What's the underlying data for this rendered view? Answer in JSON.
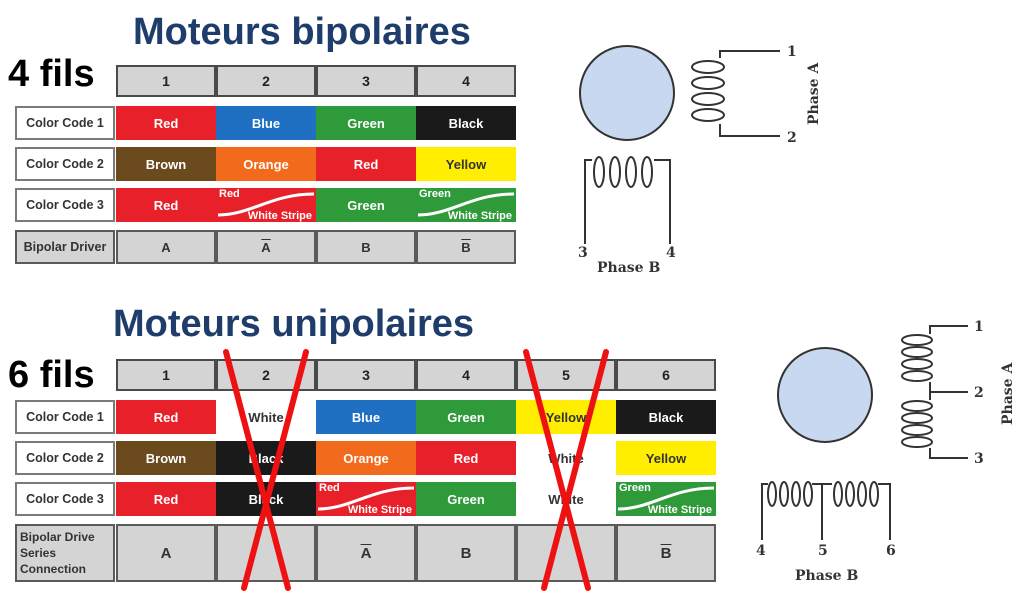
{
  "bipolar": {
    "title": "Moteurs bipolaires",
    "wires_label": "4 fils",
    "headers": [
      "1",
      "2",
      "3",
      "4"
    ],
    "rows": [
      {
        "label": "Color Code 1",
        "cells": [
          {
            "text": "Red",
            "bg": "#e8202a",
            "fg": "#ffffff"
          },
          {
            "text": "Blue",
            "bg": "#1f6fc2",
            "fg": "#ffffff"
          },
          {
            "text": "Green",
            "bg": "#2e9a3a",
            "fg": "#ffffff"
          },
          {
            "text": "Black",
            "bg": "#1a1a1a",
            "fg": "#ffffff"
          }
        ]
      },
      {
        "label": "Color Code 2",
        "cells": [
          {
            "text": "Brown",
            "bg": "#6b4a1e",
            "fg": "#ffffff"
          },
          {
            "text": "Orange",
            "bg": "#f26a1b",
            "fg": "#ffffff"
          },
          {
            "text": "Red",
            "bg": "#e8202a",
            "fg": "#ffffff"
          },
          {
            "text": "Yellow",
            "bg": "#ffee00",
            "fg": "#333333"
          }
        ]
      },
      {
        "label": "Color Code 3",
        "cells": [
          {
            "text": "Red",
            "bg": "#e8202a",
            "fg": "#ffffff"
          },
          {
            "stripe": true,
            "top": "Red",
            "bottom": "White Stripe",
            "bg": "#e8202a"
          },
          {
            "text": "Green",
            "bg": "#2e9a3a",
            "fg": "#ffffff"
          },
          {
            "stripe": true,
            "top": "Green",
            "bottom": "White Stripe",
            "bg": "#2e9a3a"
          }
        ]
      }
    ],
    "driver": {
      "label": "Bipolar Driver",
      "cells": [
        {
          "text": "A",
          "overline": false
        },
        {
          "text": "A",
          "overline": true
        },
        {
          "text": "B",
          "overline": false
        },
        {
          "text": "B",
          "overline": true
        }
      ]
    },
    "diagram": {
      "phase_a": "Phase A",
      "phase_b": "Phase B",
      "terminals": [
        "1",
        "2",
        "3",
        "4"
      ]
    }
  },
  "unipolar": {
    "title": "Moteurs unipolaires",
    "wires_label": "6 fils",
    "headers": [
      "1",
      "2",
      "3",
      "4",
      "5",
      "6"
    ],
    "rows": [
      {
        "label": "Color Code 1",
        "cells": [
          {
            "text": "Red",
            "bg": "#e8202a",
            "fg": "#ffffff"
          },
          {
            "text": "White",
            "bg": "#ffffff",
            "fg": "#333333"
          },
          {
            "text": "Blue",
            "bg": "#1f6fc2",
            "fg": "#ffffff"
          },
          {
            "text": "Green",
            "bg": "#2e9a3a",
            "fg": "#ffffff"
          },
          {
            "text": "Yellow",
            "bg": "#ffee00",
            "fg": "#333333"
          },
          {
            "text": "Black",
            "bg": "#1a1a1a",
            "fg": "#ffffff"
          }
        ]
      },
      {
        "label": "Color Code 2",
        "cells": [
          {
            "text": "Brown",
            "bg": "#6b4a1e",
            "fg": "#ffffff"
          },
          {
            "text": "Black",
            "bg": "#1a1a1a",
            "fg": "#ffffff"
          },
          {
            "text": "Orange",
            "bg": "#f26a1b",
            "fg": "#ffffff"
          },
          {
            "text": "Red",
            "bg": "#e8202a",
            "fg": "#ffffff"
          },
          {
            "text": "White",
            "bg": "#ffffff",
            "fg": "#333333"
          },
          {
            "text": "Yellow",
            "bg": "#ffee00",
            "fg": "#333333"
          }
        ]
      },
      {
        "label": "Color Code 3",
        "cells": [
          {
            "text": "Red",
            "bg": "#e8202a",
            "fg": "#ffffff"
          },
          {
            "text": "Black",
            "bg": "#1a1a1a",
            "fg": "#ffffff"
          },
          {
            "stripe": true,
            "top": "Red",
            "bottom": "White Stripe",
            "bg": "#e8202a"
          },
          {
            "text": "Green",
            "bg": "#2e9a3a",
            "fg": "#ffffff"
          },
          {
            "text": "White",
            "bg": "#ffffff",
            "fg": "#333333"
          },
          {
            "stripe": true,
            "top": "Green",
            "bottom": "White Stripe",
            "bg": "#2e9a3a"
          }
        ]
      }
    ],
    "driver": {
      "label": "Bipolar Drive\nSeries\nConnection",
      "cells": [
        {
          "text": "A",
          "overline": false
        },
        {
          "text": "",
          "overline": false
        },
        {
          "text": "A",
          "overline": true
        },
        {
          "text": "B",
          "overline": false
        },
        {
          "text": "",
          "overline": false
        },
        {
          "text": "B",
          "overline": true
        }
      ]
    },
    "crossed_columns": [
      "2",
      "5"
    ],
    "diagram": {
      "phase_a": "Phase A",
      "phase_b": "Phase B",
      "terminals": [
        "1",
        "2",
        "3",
        "4",
        "5",
        "6"
      ]
    }
  },
  "colors": {
    "title": "#1f3d6b",
    "cross": "#ee1111",
    "rotor": "#c8d8f0",
    "header_gray": "#d4d4d4"
  }
}
